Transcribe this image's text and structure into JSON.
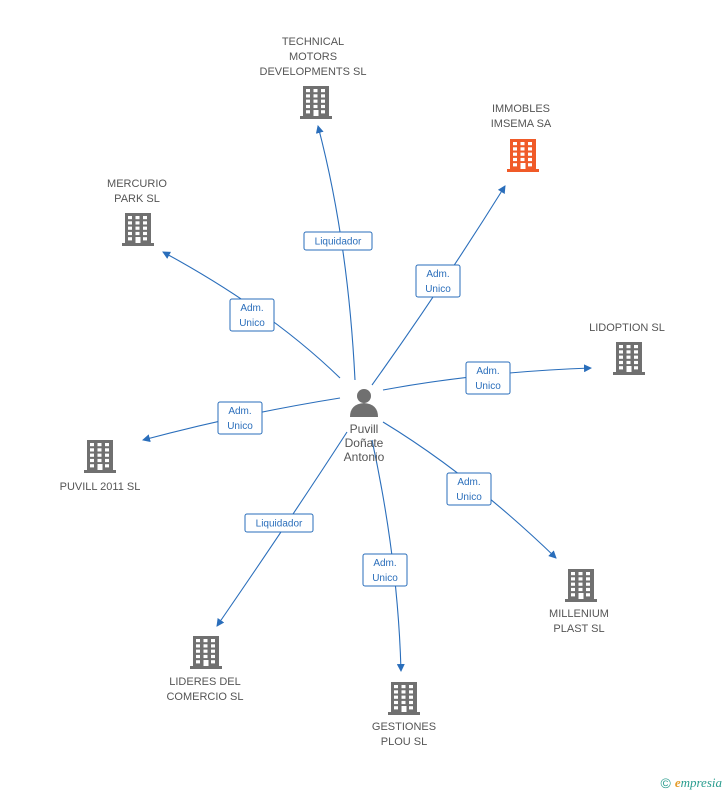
{
  "colors": {
    "edge": "#2a6ebb",
    "building": "#707070",
    "building_highlight": "#f05a28",
    "person": "#707070",
    "label": "#555555"
  },
  "center": {
    "id": "puvill",
    "label": [
      "Puvill",
      "Doñate",
      "Antonio"
    ],
    "icon": "person-icon"
  },
  "nodes": [
    {
      "id": "technical",
      "label": [
        "TECHNICAL",
        "MOTORS",
        "DEVELOPMENTS SL"
      ],
      "icon": "building-icon",
      "highlight": false
    },
    {
      "id": "immobles",
      "label": [
        "IMMOBLES",
        "IMSEMA SA"
      ],
      "icon": "building-icon",
      "highlight": true
    },
    {
      "id": "mercurio",
      "label": [
        "MERCURIO",
        "PARK SL"
      ],
      "icon": "building-icon",
      "highlight": false
    },
    {
      "id": "lidoption",
      "label": [
        "LIDOPTION SL"
      ],
      "icon": "building-icon",
      "highlight": false
    },
    {
      "id": "puvill2011",
      "label": [
        "PUVILL 2011  SL"
      ],
      "icon": "building-icon",
      "highlight": false
    },
    {
      "id": "millenium",
      "label": [
        "MILLENIUM",
        "PLAST SL"
      ],
      "icon": "building-icon",
      "highlight": false
    },
    {
      "id": "lideres",
      "label": [
        "LIDERES DEL",
        "COMERCIO  SL"
      ],
      "icon": "building-icon",
      "highlight": false
    },
    {
      "id": "gestiones",
      "label": [
        "GESTIONES",
        "PLOU SL"
      ],
      "icon": "building-icon",
      "highlight": false
    }
  ],
  "edges": [
    {
      "to": "technical",
      "label": [
        "Liquidador"
      ]
    },
    {
      "to": "immobles",
      "label": [
        "Adm.",
        "Unico"
      ]
    },
    {
      "to": "mercurio",
      "label": [
        "Adm.",
        "Unico"
      ]
    },
    {
      "to": "lidoption",
      "label": [
        "Adm.",
        "Unico"
      ]
    },
    {
      "to": "puvill2011",
      "label": [
        "Adm.",
        "Unico"
      ]
    },
    {
      "to": "millenium",
      "label": [
        "Adm.",
        "Unico"
      ]
    },
    {
      "to": "lideres",
      "label": [
        "Liquidador"
      ]
    },
    {
      "to": "gestiones",
      "label": [
        "Adm.",
        "Unico"
      ]
    }
  ],
  "footer": {
    "copyright": "©",
    "brand_first": "e",
    "brand_rest": "mpresia"
  }
}
